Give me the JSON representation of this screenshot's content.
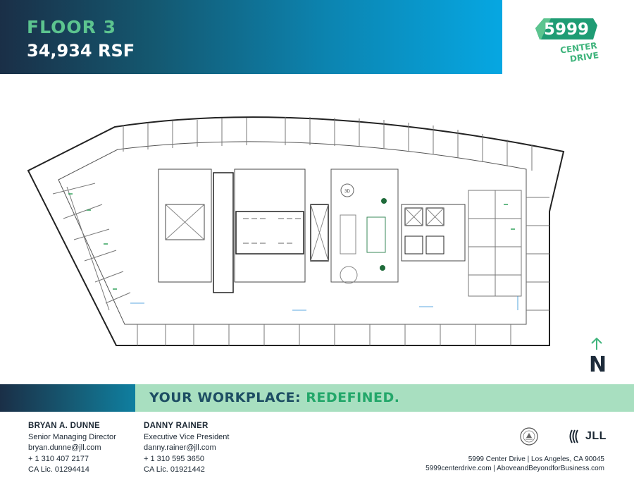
{
  "header": {
    "floor_title": "FLOOR 3",
    "rsf": "34,934 RSF",
    "colors": {
      "gradient_start": "#1a2f47",
      "gradient_end": "#06a7e2",
      "accent_green": "#5cc48f"
    }
  },
  "logo": {
    "number": "5999",
    "line1": "CENTER",
    "line2": "DRIVE"
  },
  "floorplan": {
    "room_label": "3D",
    "icon": "floor-plan"
  },
  "compass": {
    "label": "N",
    "icon": "north-arrow-icon"
  },
  "banner": {
    "tagline_main": "YOUR WORKPLACE: ",
    "tagline_accent": "REDEFINED."
  },
  "contacts": [
    {
      "name": "BRYAN A. DUNNE",
      "title": "Senior Managing Director",
      "email": "bryan.dunne@jll.com",
      "phone": "+ 1 310 407 2177",
      "license": "CA Lic. 01294414"
    },
    {
      "name": "DANNY RAINER",
      "title": "Executive Vice President",
      "email": "danny.rainer@jll.com",
      "phone": "+ 1 310 595 3650",
      "license": "CA Lic. 01921442"
    }
  ],
  "footer": {
    "brand": "JLL",
    "seal_icon": "leed-seal-icon",
    "address_line1": "5999 Center Drive | Los Angeles, CA 90045",
    "address_line2": "5999centerdrive.com | AboveandBeyondforBusiness.com"
  }
}
